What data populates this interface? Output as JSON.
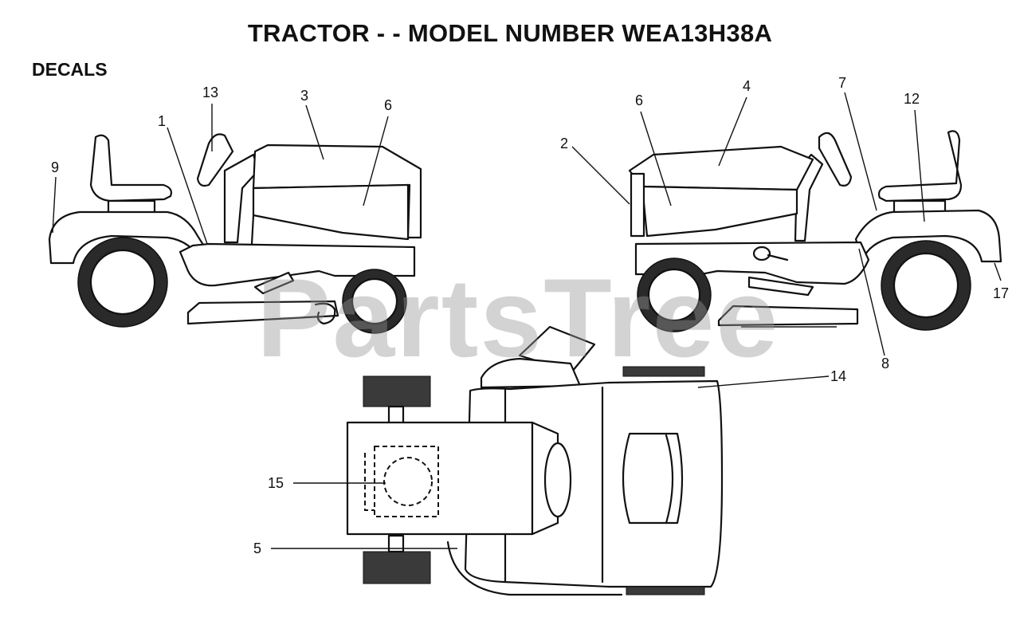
{
  "title": "TRACTOR - - MODEL NUMBER WEA13H38A",
  "section": "DECALS",
  "watermark": "PartsTree",
  "callouts": {
    "c1": "1",
    "c2": "2",
    "c3": "3",
    "c4": "4",
    "c5": "5",
    "c6a": "6",
    "c6b": "6",
    "c7": "7",
    "c8": "8",
    "c9": "9",
    "c12": "12",
    "c13": "13",
    "c14": "14",
    "c15": "15",
    "c17": "17"
  }
}
